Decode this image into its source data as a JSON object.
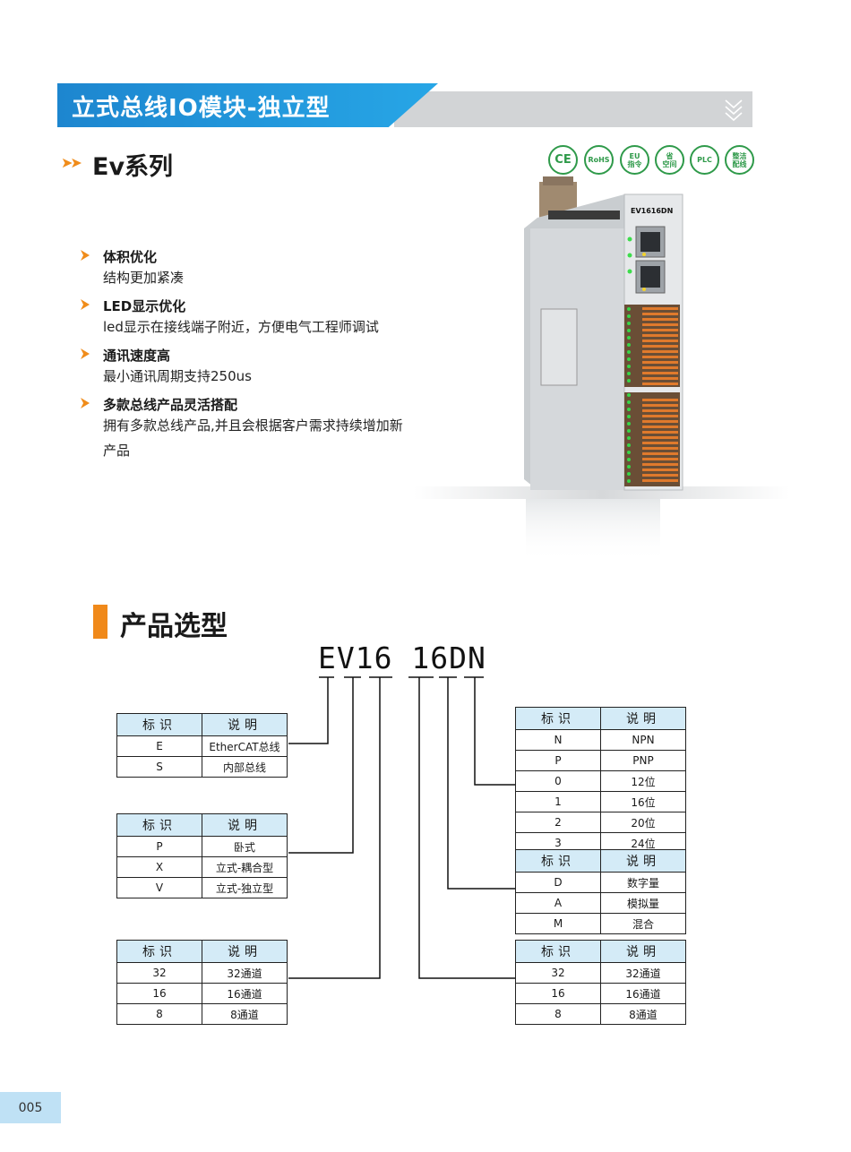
{
  "header": {
    "title": "立式总线IO模块-独立型"
  },
  "series": {
    "title": "Ev系列"
  },
  "badges": [
    {
      "label": "CE"
    },
    {
      "label": "RoHS"
    },
    {
      "label": "EU\n指令"
    },
    {
      "label": "省\n空间"
    },
    {
      "label": "PLC"
    },
    {
      "label": "整洁\n配线"
    }
  ],
  "features": [
    {
      "title": "体积优化",
      "desc": "结构更加紧凑"
    },
    {
      "title": "LED显示优化",
      "desc": "led显示在接线端子附近，方便电气工程师调试"
    },
    {
      "title": "通讯速度高",
      "desc": "最小通讯周期支持250us"
    },
    {
      "title": "多款总线产品灵活搭配",
      "desc": "拥有多款总线产品,并且会根据客户需求持续增加新产品"
    }
  ],
  "product": {
    "label": "EV1616DN"
  },
  "selection": {
    "title": "产品选型",
    "model_code": "EV16 16DN",
    "col_id": "标识",
    "col_desc": "说明",
    "tables": {
      "bus": [
        [
          "E",
          "EtherCAT总线"
        ],
        [
          "S",
          "内部总线"
        ]
      ],
      "form": [
        [
          "P",
          "卧式"
        ],
        [
          "X",
          "立式-耦合型"
        ],
        [
          "V",
          "立式-独立型"
        ]
      ],
      "in_ch": [
        [
          "32",
          "32通道"
        ],
        [
          "16",
          "16通道"
        ],
        [
          "8",
          "8通道"
        ]
      ],
      "type": [
        [
          "N",
          "NPN"
        ],
        [
          "P",
          "PNP"
        ],
        [
          "0",
          "12位"
        ],
        [
          "1",
          "16位"
        ],
        [
          "2",
          "20位"
        ],
        [
          "3",
          "24位"
        ]
      ],
      "signal": [
        [
          "D",
          "数字量"
        ],
        [
          "A",
          "模拟量"
        ],
        [
          "M",
          "混合"
        ]
      ],
      "out_ch": [
        [
          "32",
          "32通道"
        ],
        [
          "16",
          "16通道"
        ],
        [
          "8",
          "8通道"
        ]
      ]
    }
  },
  "page": {
    "number": "005"
  },
  "colors": {
    "brand_blue": "#1d86cf",
    "accent_orange": "#f0891a",
    "badge_green": "#2f9a4a",
    "table_header": "#d4ebf7"
  }
}
